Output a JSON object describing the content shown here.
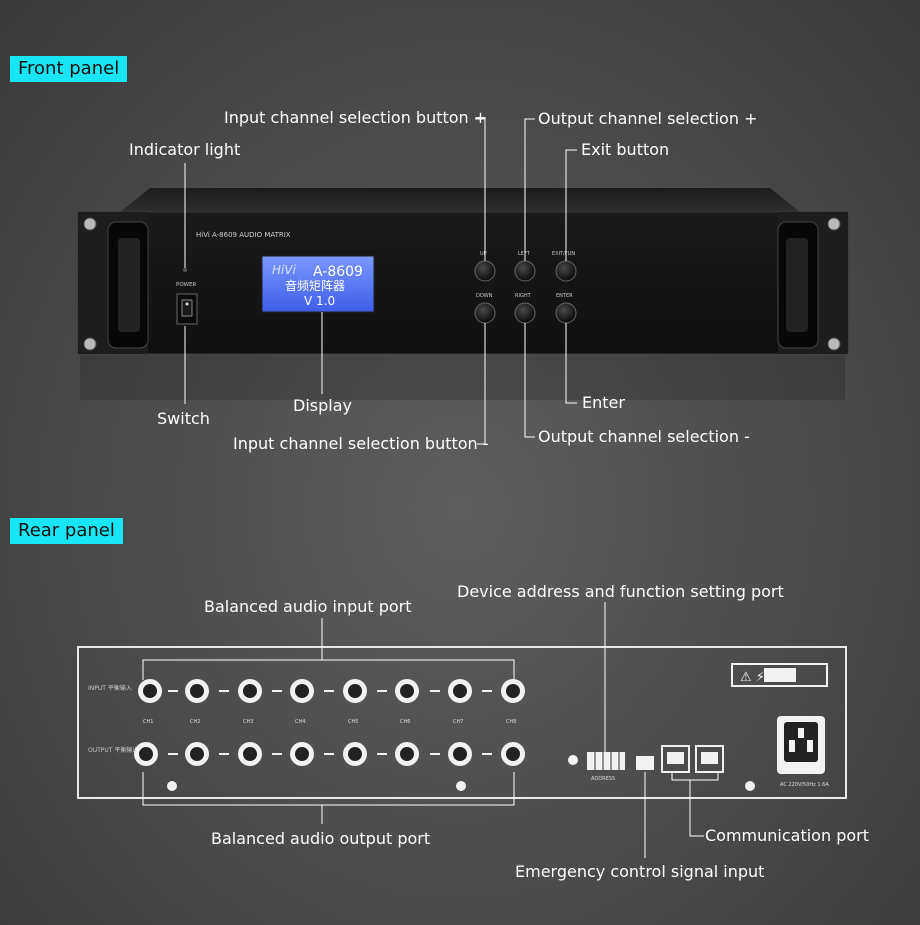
{
  "front_panel": {
    "title": "Front panel",
    "brand_text": "HiVi A-8609 AUDIO MATRIX",
    "power_label": "POWER",
    "display": {
      "line1": "A-8609",
      "line2": "音频矩阵器",
      "line3": "V 1.0",
      "logo": "HiVi"
    },
    "button_labels": [
      "UP",
      "LEFT",
      "EXIT/FUN",
      "DOWN",
      "RIGHT",
      "ENTER"
    ],
    "callouts": {
      "input_plus": "Input channel selection button +",
      "output_plus": "Output channel selection +",
      "indicator": "Indicator light",
      "exit": "Exit button",
      "switch": "Switch",
      "display": "Display",
      "enter": "Enter",
      "input_minus": "Input channel selection button -",
      "output_minus": "Output channel selection -"
    }
  },
  "rear_panel": {
    "title": "Rear panel",
    "callouts": {
      "balanced_input": "Balanced audio input port",
      "device_address": "Device address and function setting port",
      "balanced_output": "Balanced audio output port",
      "communication": "Communication port",
      "emergency": "Emergency control signal input"
    },
    "input_label": "INPUT 平衡输入",
    "output_label": "OUTPUT 平衡输出",
    "channel_labels": [
      "CH1",
      "CH2",
      "CH3",
      "CH4",
      "CH5",
      "CH6",
      "CH7",
      "CH8"
    ],
    "address_label": "ADDRESS",
    "power_label": "AC 220V/50Hz 1.6A",
    "warning_text": "⚠ ⚡"
  }
}
